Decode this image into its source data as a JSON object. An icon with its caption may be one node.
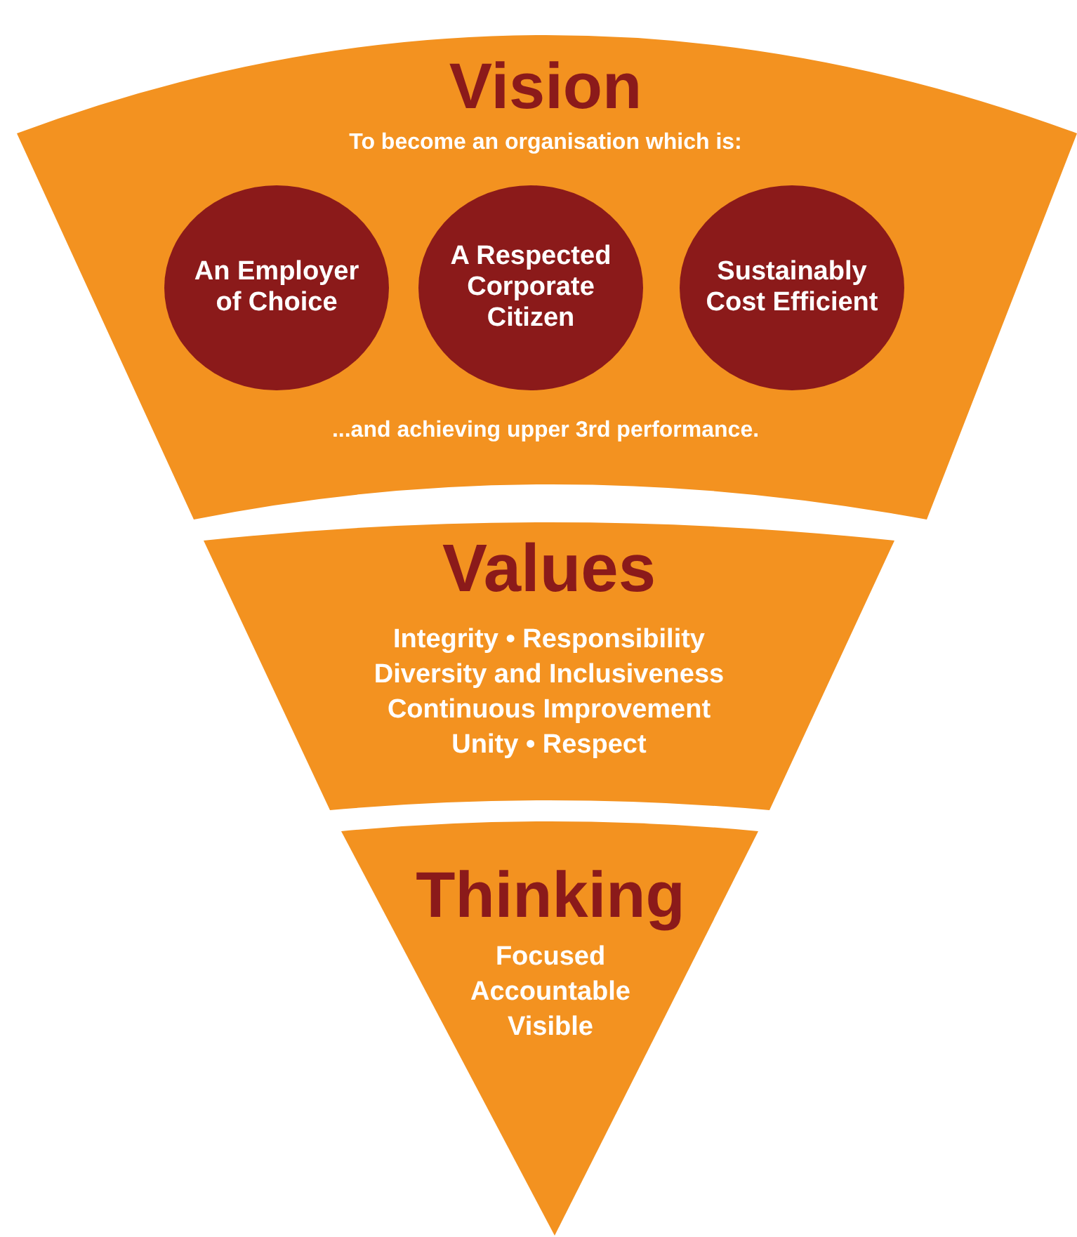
{
  "diagram": {
    "nodes": [
      {
        "text": [
          "Vision",
          "To become an organisation which is:",
          "...and achieving upper 3rd performance."
        ]
      },
      {
        "text": [
          "An Employer of Choice"
        ],
        "in": 0
      },
      {
        "text": [
          "A Respected Corporate Citizen"
        ],
        "in": 0
      },
      {
        "text": [
          "Sustainably Cost Efficient"
        ],
        "in": 0
      },
      {
        "text": [
          "Values",
          "Integrity • Responsibility",
          "Diversity and Inclusiveness",
          "Continuous Improvement",
          "Unity • Respect"
        ]
      },
      {
        "text": [
          "Thinking",
          "Focused",
          "Accountable",
          "Visible"
        ]
      }
    ],
    "edges": []
  }
}
